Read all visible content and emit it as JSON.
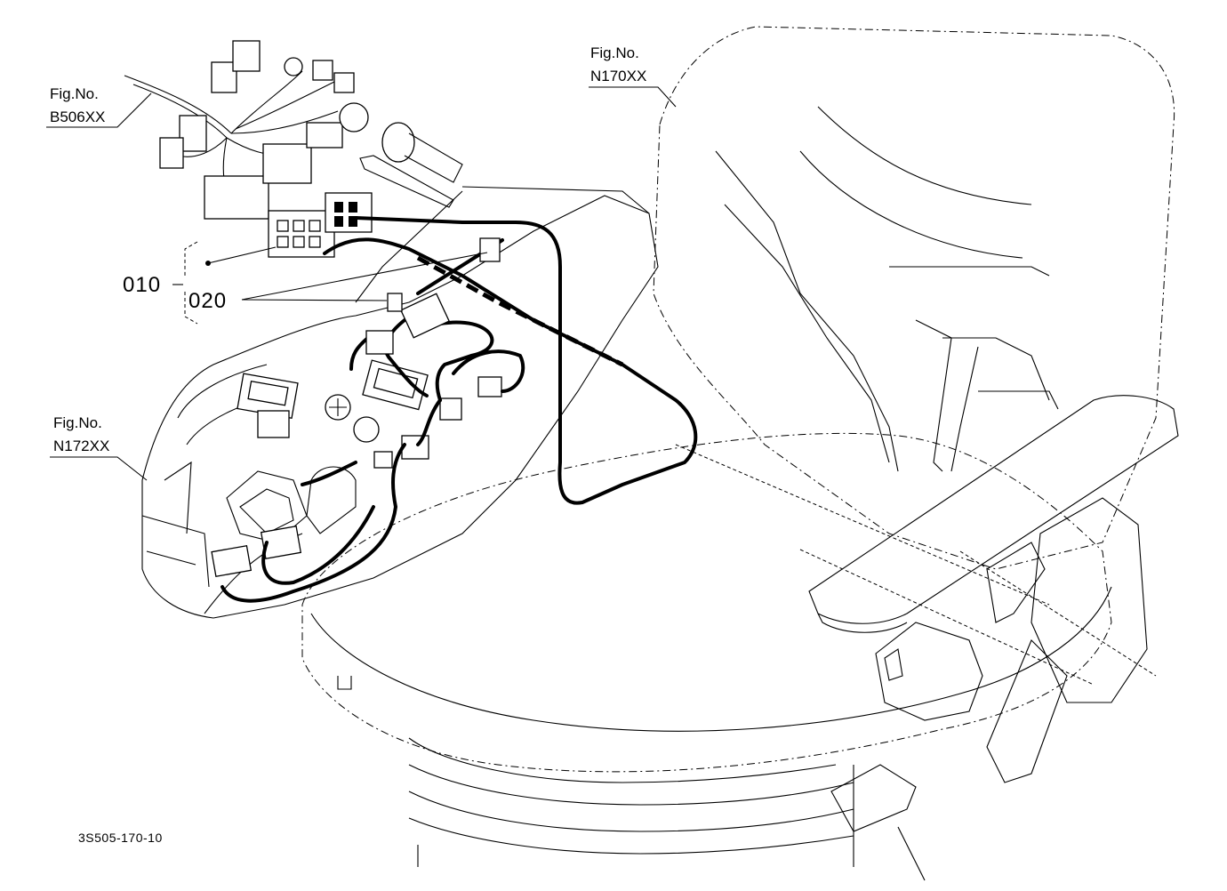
{
  "references": {
    "b506": {
      "prefix": "Fig.No.",
      "code": "B506XX"
    },
    "n170": {
      "prefix": "Fig.No.",
      "code": "N170XX"
    },
    "n172": {
      "prefix": "Fig.No.",
      "code": "N172XX"
    }
  },
  "parts": {
    "p010": "010",
    "p020": "020"
  },
  "figure_code": "3S505-170-10"
}
